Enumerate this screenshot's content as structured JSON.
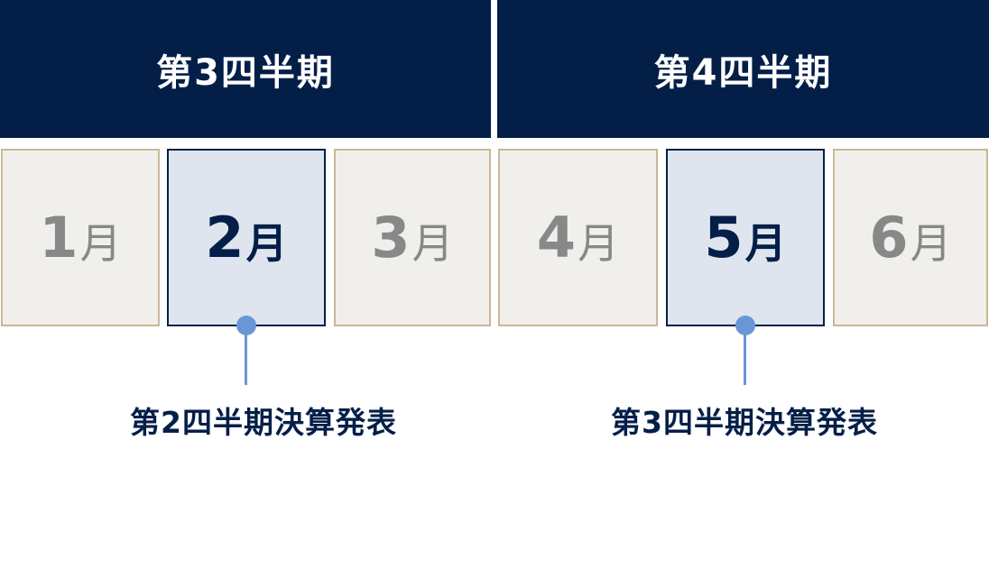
{
  "quarters": [
    {
      "title": "第3四半期"
    },
    {
      "title": "第4四半期"
    }
  ],
  "months": [
    {
      "num": "1",
      "unit": "月",
      "active": false
    },
    {
      "num": "2",
      "unit": "月",
      "active": true
    },
    {
      "num": "3",
      "unit": "月",
      "active": false
    },
    {
      "num": "4",
      "unit": "月",
      "active": false
    },
    {
      "num": "5",
      "unit": "月",
      "active": true
    },
    {
      "num": "6",
      "unit": "月",
      "active": false
    }
  ],
  "annotations": [
    {
      "label": "第2四半期決算発表",
      "month": "2月"
    },
    {
      "label": "第3四半期決算発表",
      "month": "5月"
    }
  ],
  "colors": {
    "header_bg": "#031f48",
    "active_bg": "#dfe5ee",
    "inactive_bg": "#f1efeb",
    "inactive_border": "#c9b896",
    "marker": "#6997d6"
  }
}
